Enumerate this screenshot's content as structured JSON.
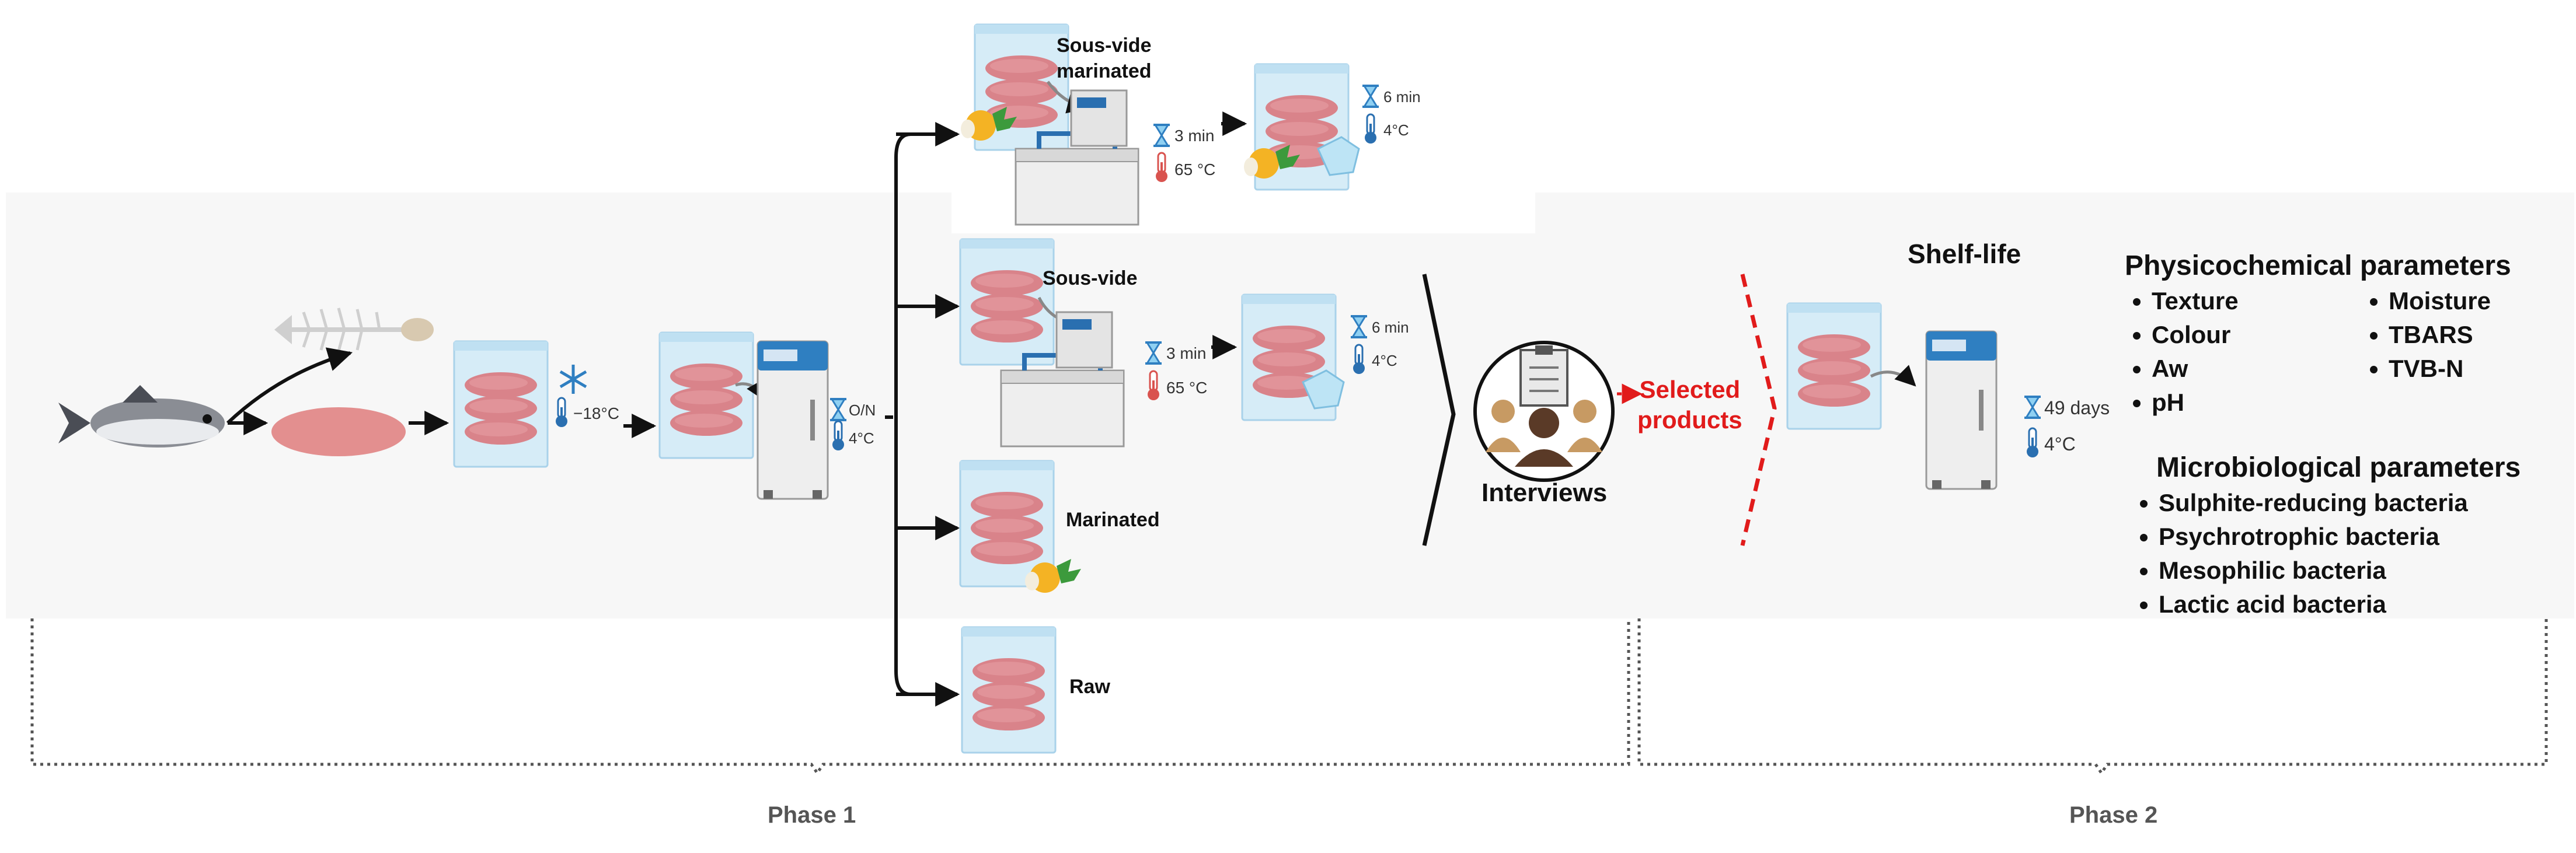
{
  "phase_labels": {
    "phase1": "Phase 1",
    "phase2": "Phase 2"
  },
  "freeze": {
    "temperature": "−18°C"
  },
  "thaw": {
    "time": "O/N",
    "temperature": "4°C"
  },
  "branches": {
    "sous_vide_marinated": {
      "label": "Sous-vide\nmarinated",
      "cook_time": "3 min",
      "cook_temp": "65 °C",
      "cool_time": "6 min",
      "cool_temp": "4°C"
    },
    "sous_vide": {
      "label": "Sous-vide",
      "cook_time": "3 min",
      "cook_temp": "65 °C",
      "cool_time": "6 min",
      "cool_temp": "4°C"
    },
    "marinated": {
      "label": "Marinated"
    },
    "raw": {
      "label": "Raw"
    }
  },
  "interviews": {
    "label": "Interviews"
  },
  "selected": {
    "label": "Selected\nproducts",
    "color": "#e11b1b"
  },
  "shelf_life": {
    "title": "Shelf-life",
    "days": "49 days",
    "temp": "4°C"
  },
  "physicochemical": {
    "title": "Physicochemical parameters",
    "col1": [
      "Texture",
      "Colour",
      "Aw",
      "pH"
    ],
    "col2": [
      "Moisture",
      "TBARS",
      "TVB-N"
    ]
  },
  "microbiological": {
    "title": "Microbiological parameters",
    "items": [
      "Sulphite-reducing bacteria",
      "Psychrotrophic bacteria",
      "Mesophilic bacteria",
      "Lactic acid bacteria"
    ]
  },
  "colors": {
    "bag": "#d6ecf7",
    "meat": "#d9838a",
    "accent_blue": "#2f7fc1",
    "thermometer": "#2a6fb0"
  }
}
